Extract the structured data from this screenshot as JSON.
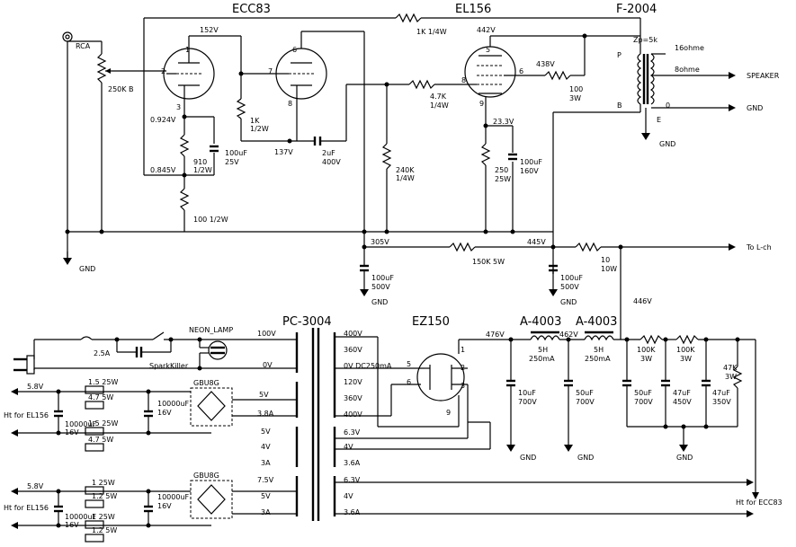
{
  "titles": {
    "ecc83": "ECC83",
    "el156": "EL156",
    "f2004": "F-2004",
    "pc3004": "PC-3004",
    "ez150": "EZ150",
    "a4003_1": "A-4003",
    "a4003_2": "A-4003"
  },
  "input": {
    "rca": "RCA",
    "pot": "250K B",
    "gnd": "GND"
  },
  "v1": {
    "v_plate": "152V",
    "pin1": "1",
    "pin2": "2",
    "pin3": "3",
    "pin6": "6",
    "pin7": "7",
    "pin8": "8",
    "v_k1": "0.924V",
    "v_k2": "0.845V",
    "v_k3": "137V"
  },
  "v1_parts": {
    "r910_a": "910",
    "r910_b": "1/2W",
    "c100_a": "100uF",
    "c100_b": "25V",
    "r100": "100 1/2W",
    "r1k_a": "1K",
    "r1k_b": "1/2W",
    "c2_a": "2uF",
    "c2_b": "400V",
    "r240_a": "240K",
    "r240_b": "1/4W"
  },
  "feedback": {
    "r1k": "1K 1/4W"
  },
  "v2": {
    "v442": "442V",
    "pin5": "5",
    "pin6": "6",
    "pin8": "8",
    "pin9": "9",
    "v438": "438V",
    "r100_a": "100",
    "r100_b": "3W",
    "r47_a": "4.7K",
    "r47_b": "1/4W",
    "v233": "23.3V",
    "r250_a": "250",
    "r250_b": "25W",
    "c100_a": "100uF",
    "c100_b": "160V"
  },
  "ot": {
    "zp": "Zp=5k",
    "p": "P",
    "b": "B",
    "e": "E",
    "zero": "0",
    "ohm16": "16ohme",
    "ohm8": "8ohme",
    "speaker": "SPEAKER",
    "gnd_r": "GND",
    "gnd_e": "GND"
  },
  "bplus": {
    "v305": "305V",
    "v445": "445V",
    "r150": "150K 5W",
    "r10_a": "10",
    "r10_b": "10W",
    "to_l": "To L-ch",
    "v446": "446V",
    "c1_a": "100uF",
    "c1_b": "500V",
    "c2_a": "100uF",
    "c2_b": "500V",
    "gnd1": "GND",
    "gnd2": "GND"
  },
  "psu_in": {
    "fuse": "2.5A",
    "neon": "NEON_LAMP",
    "spark": "SparkKiller",
    "v100": "100V",
    "v0": "0V"
  },
  "pt": {
    "p400": "400V",
    "p360": "360V",
    "p0dc": "0V DC250mA",
    "p120": "120V",
    "p360b": "360V",
    "p400b": "400V",
    "s5v": "5V",
    "s38a": "3.8A",
    "s5vb": "5V",
    "s4v": "4V",
    "s3a": "3A",
    "s63v": "6.3V",
    "s4vb": "4V",
    "s36a": "3.6A",
    "s75v": "7.5V",
    "s5vc": "5V",
    "s3ab": "3A",
    "s63vb": "6.3V",
    "s4vc": "4V",
    "s36ab": "3.6A"
  },
  "heater1": {
    "v58": "5.8V",
    "r15a": "1.5 25W",
    "r47a": "4.7 5W",
    "r15b": "1.5 25W",
    "r47b": "4.7 5W",
    "c1_a": "10000uF",
    "c1_b": "16V",
    "c2_a": "10000uF",
    "c2_b": "16V",
    "bridge": "GBU8G",
    "ht": "Ht for EL156"
  },
  "heater2": {
    "v58": "5.8V",
    "r1a": "1 25W",
    "r12a": "1.2 5W",
    "r1b": "1 25W",
    "r12b": "1.2 5W",
    "c1_a": "10000uF",
    "c1_b": "16V",
    "c2_a": "10000uF",
    "c2_b": "16V",
    "bridge": "GBU8G",
    "ht": "Ht for EL156"
  },
  "rect": {
    "v476": "476V",
    "v462": "462V",
    "pin1": "1",
    "pin2": "2",
    "pin3": "3",
    "pin5": "5",
    "pin6": "6",
    "pin9": "9",
    "l1_a": "5H",
    "l1_b": "250mA",
    "l2_a": "5H",
    "l2_b": "250mA",
    "c1_a": "10uF",
    "c1_b": "700V",
    "c2_a": "50uF",
    "c2_b": "700V",
    "c3_a": "50uF",
    "c3_b": "700V",
    "r100a_a": "100K",
    "r100a_b": "3W",
    "r100b_a": "100K",
    "r100b_b": "3W",
    "c4_a": "47uF",
    "c4_b": "450V",
    "c5_a": "47uF",
    "c5_b": "350V",
    "r47_a": "47K",
    "r47_b": "3W",
    "gnd1": "GND",
    "gnd2": "GND",
    "gnd3": "GND",
    "ht_ecc83": "Ht for ECC83"
  }
}
